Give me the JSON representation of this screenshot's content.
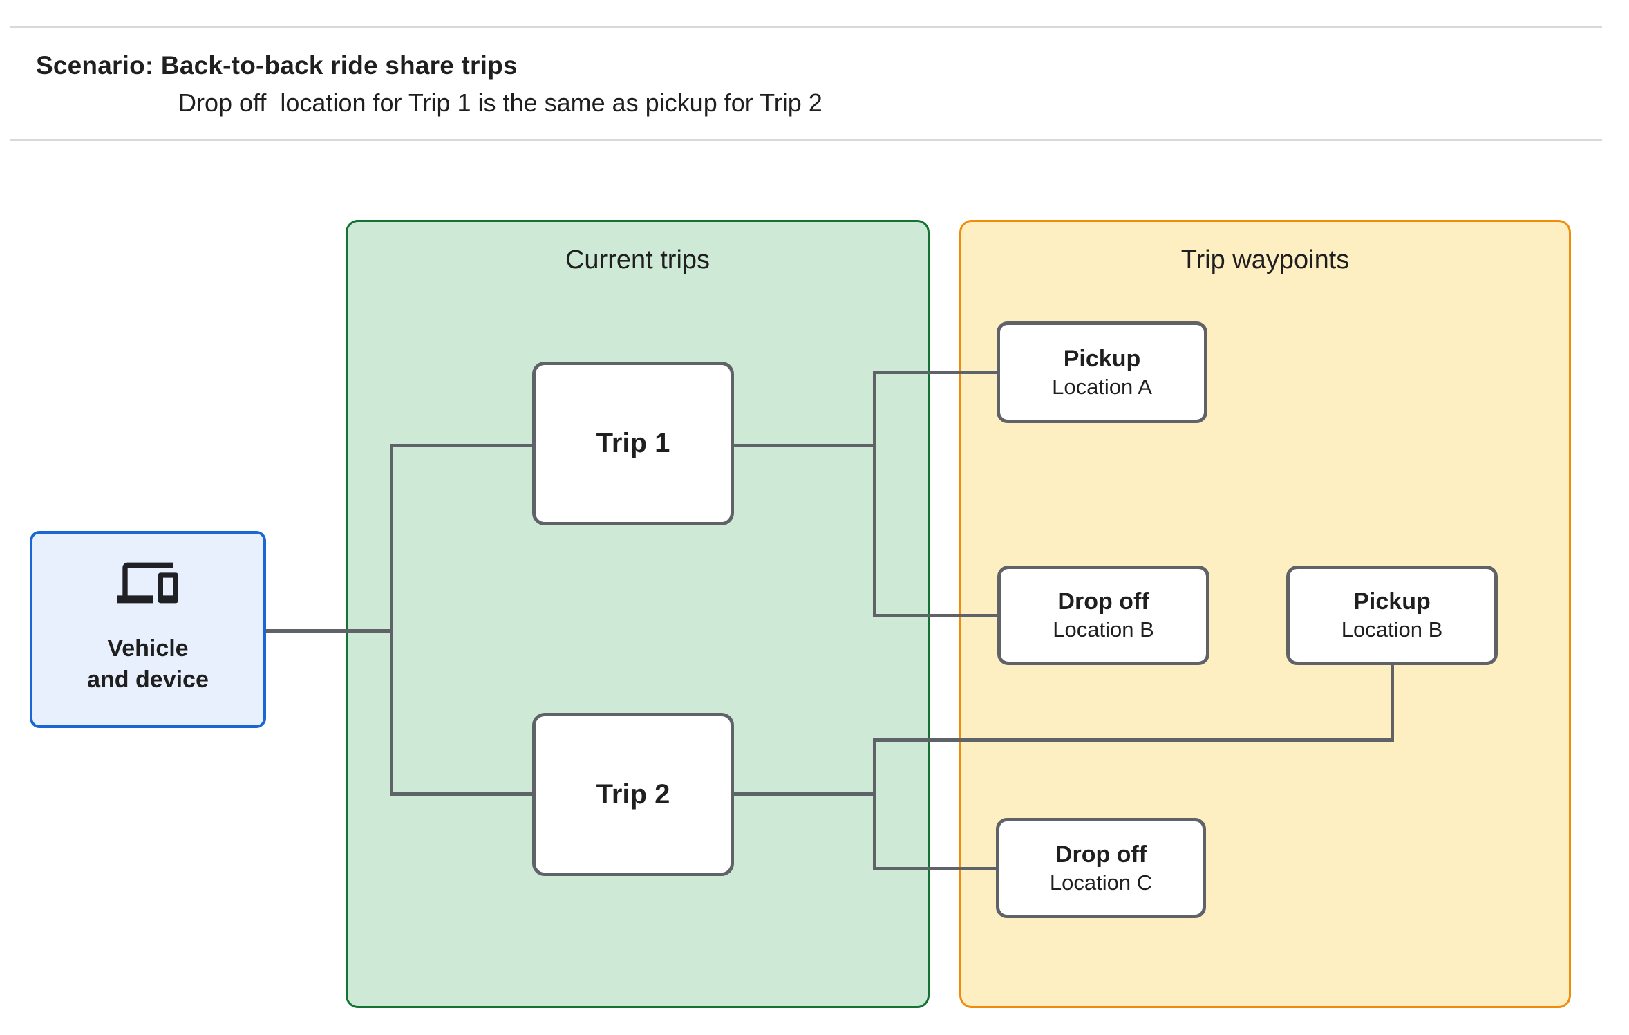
{
  "header": {
    "title": "Scenario: Back-to-back ride share trips",
    "subtitle": "Drop off  location for Trip 1 is the same as pickup for Trip 2"
  },
  "groups": {
    "current_trips": {
      "title": "Current trips"
    },
    "trip_waypoints": {
      "title": "Trip waypoints"
    }
  },
  "nodes": {
    "vehicle": {
      "line1": "Vehicle",
      "line2": "and device",
      "icon": "devices-icon"
    },
    "trip1": {
      "label": "Trip 1"
    },
    "trip2": {
      "label": "Trip 2"
    }
  },
  "waypoints": [
    {
      "title": "Pickup",
      "subtitle": "Location A"
    },
    {
      "title": "Drop off",
      "subtitle": "Location B"
    },
    {
      "title": "Pickup",
      "subtitle": "Location B"
    },
    {
      "title": "Drop off",
      "subtitle": "Location C"
    }
  ],
  "colors": {
    "vehicle_fill": "#E8F0FE",
    "vehicle_border": "#1967D2",
    "current_trips_fill": "#CEEAD6",
    "current_trips_border": "#137333",
    "waypoints_fill": "#FEEFC3",
    "waypoints_border": "#F08C0A",
    "node_border": "#5F6368",
    "connector": "#5F6368",
    "text": "#1F1F1F",
    "rule": "#D9D9D9"
  }
}
